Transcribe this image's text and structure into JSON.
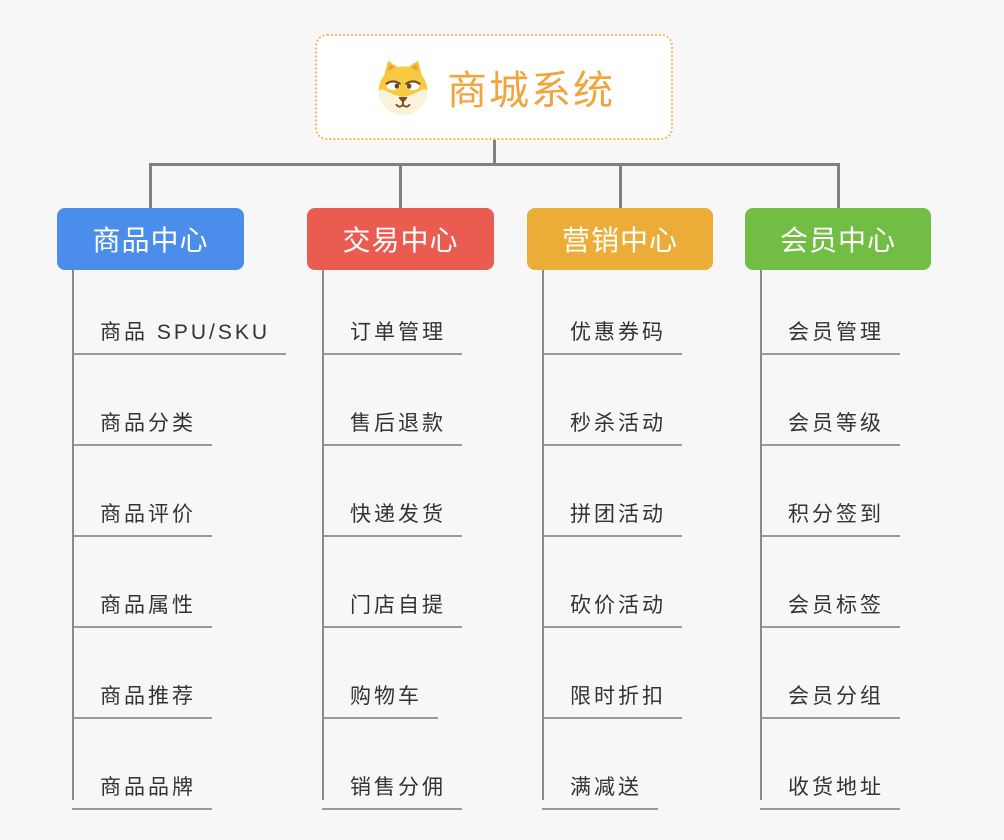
{
  "root": {
    "title": "商城系统",
    "icon": "dog-icon"
  },
  "colors": {
    "root_text": "#f0a53d",
    "root_border": "#f2b863",
    "connector": "#808080",
    "leaf_line": "#9a9a9a",
    "leaf_text": "#333333",
    "branch_blue": "#4b8dea",
    "branch_red": "#ea5b52",
    "branch_orange": "#ebac38",
    "branch_green": "#72be44"
  },
  "branches": [
    {
      "label": "商品中心",
      "color": "#4b8dea",
      "children": [
        "商品 SPU/SKU",
        "商品分类",
        "商品评价",
        "商品属性",
        "商品推荐",
        "商品品牌"
      ]
    },
    {
      "label": "交易中心",
      "color": "#ea5b52",
      "children": [
        "订单管理",
        "售后退款",
        "快递发货",
        "门店自提",
        "购物车",
        "销售分佣"
      ]
    },
    {
      "label": "营销中心",
      "color": "#ebac38",
      "children": [
        "优惠券码",
        "秒杀活动",
        "拼团活动",
        "砍价活动",
        "限时折扣",
        "满减送"
      ]
    },
    {
      "label": "会员中心",
      "color": "#72be44",
      "children": [
        "会员管理",
        "会员等级",
        "积分签到",
        "会员标签",
        "会员分组",
        "收货地址"
      ]
    }
  ]
}
